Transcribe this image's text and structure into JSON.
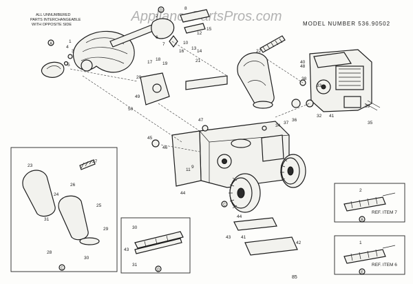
{
  "watermark": "AppliancePartsPros.com",
  "header": {
    "model_number": "MODEL NUMBER 536.90502"
  },
  "note": {
    "line1": "ALL UNNUMBERED",
    "line2": "PARTS INTERCHANGEABLE",
    "line3": "WITH OPPOSITE SIDE"
  },
  "page_number": "85",
  "callouts": {
    "a": "A",
    "b": "B",
    "c": "C",
    "d": "D",
    "e": "E"
  },
  "inset_b": {
    "label": "REF. ITEM 7"
  },
  "inset_e": {
    "label": "REF. ITEM 6"
  },
  "part_numbers": [
    "1",
    "2",
    "3",
    "4",
    "5",
    "6",
    "7",
    "8",
    "9",
    "10",
    "11",
    "12",
    "13",
    "14",
    "15",
    "16",
    "17",
    "18",
    "19",
    "20",
    "21",
    "22",
    "23",
    "24",
    "25",
    "26",
    "27",
    "28",
    "29",
    "30",
    "31",
    "32",
    "33",
    "34",
    "35",
    "36",
    "37",
    "38",
    "39",
    "40",
    "41",
    "42",
    "43",
    "44",
    "45",
    "46",
    "47",
    "48",
    "49",
    "50"
  ],
  "colors": {
    "ink": "#1a1a1a",
    "paper": "#fdfdfb",
    "watermark": "#9a9a9a"
  }
}
